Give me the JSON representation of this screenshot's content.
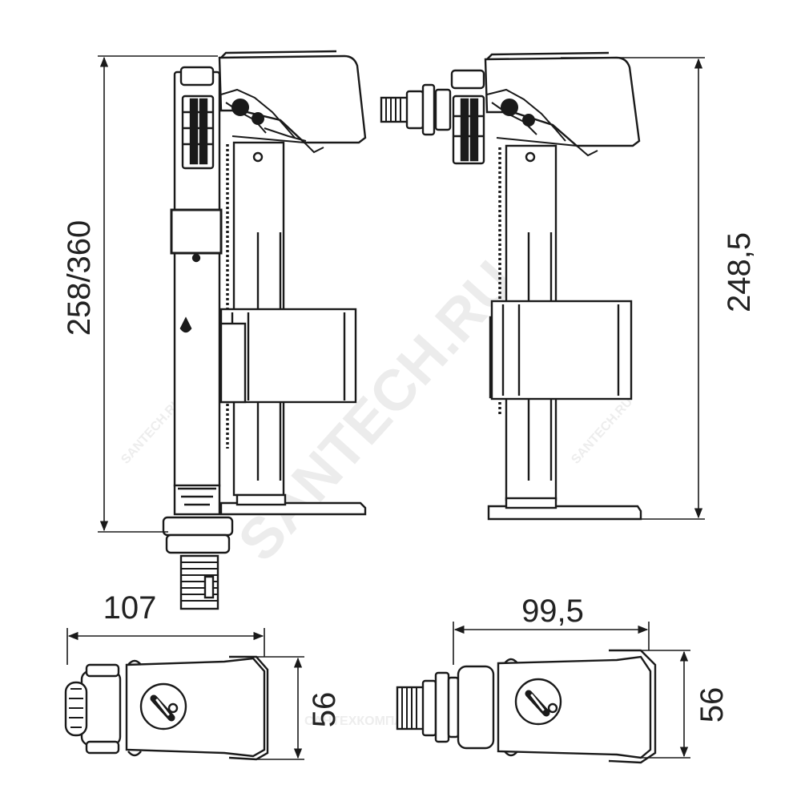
{
  "dimensions": {
    "height_left": "258/360",
    "height_right": "248,5",
    "width_left": "107",
    "width_right": "99,5",
    "depth_left": "56",
    "depth_right": "56"
  },
  "watermark": {
    "main": "SANTECH.RU",
    "small_1": "SANTECH.RU",
    "small_2": "SANTECH.RU",
    "small_3": "САНТЕХКОМПЛЕКТ"
  },
  "colors": {
    "line": "#1a1a1a",
    "watermark": "#ececec"
  }
}
